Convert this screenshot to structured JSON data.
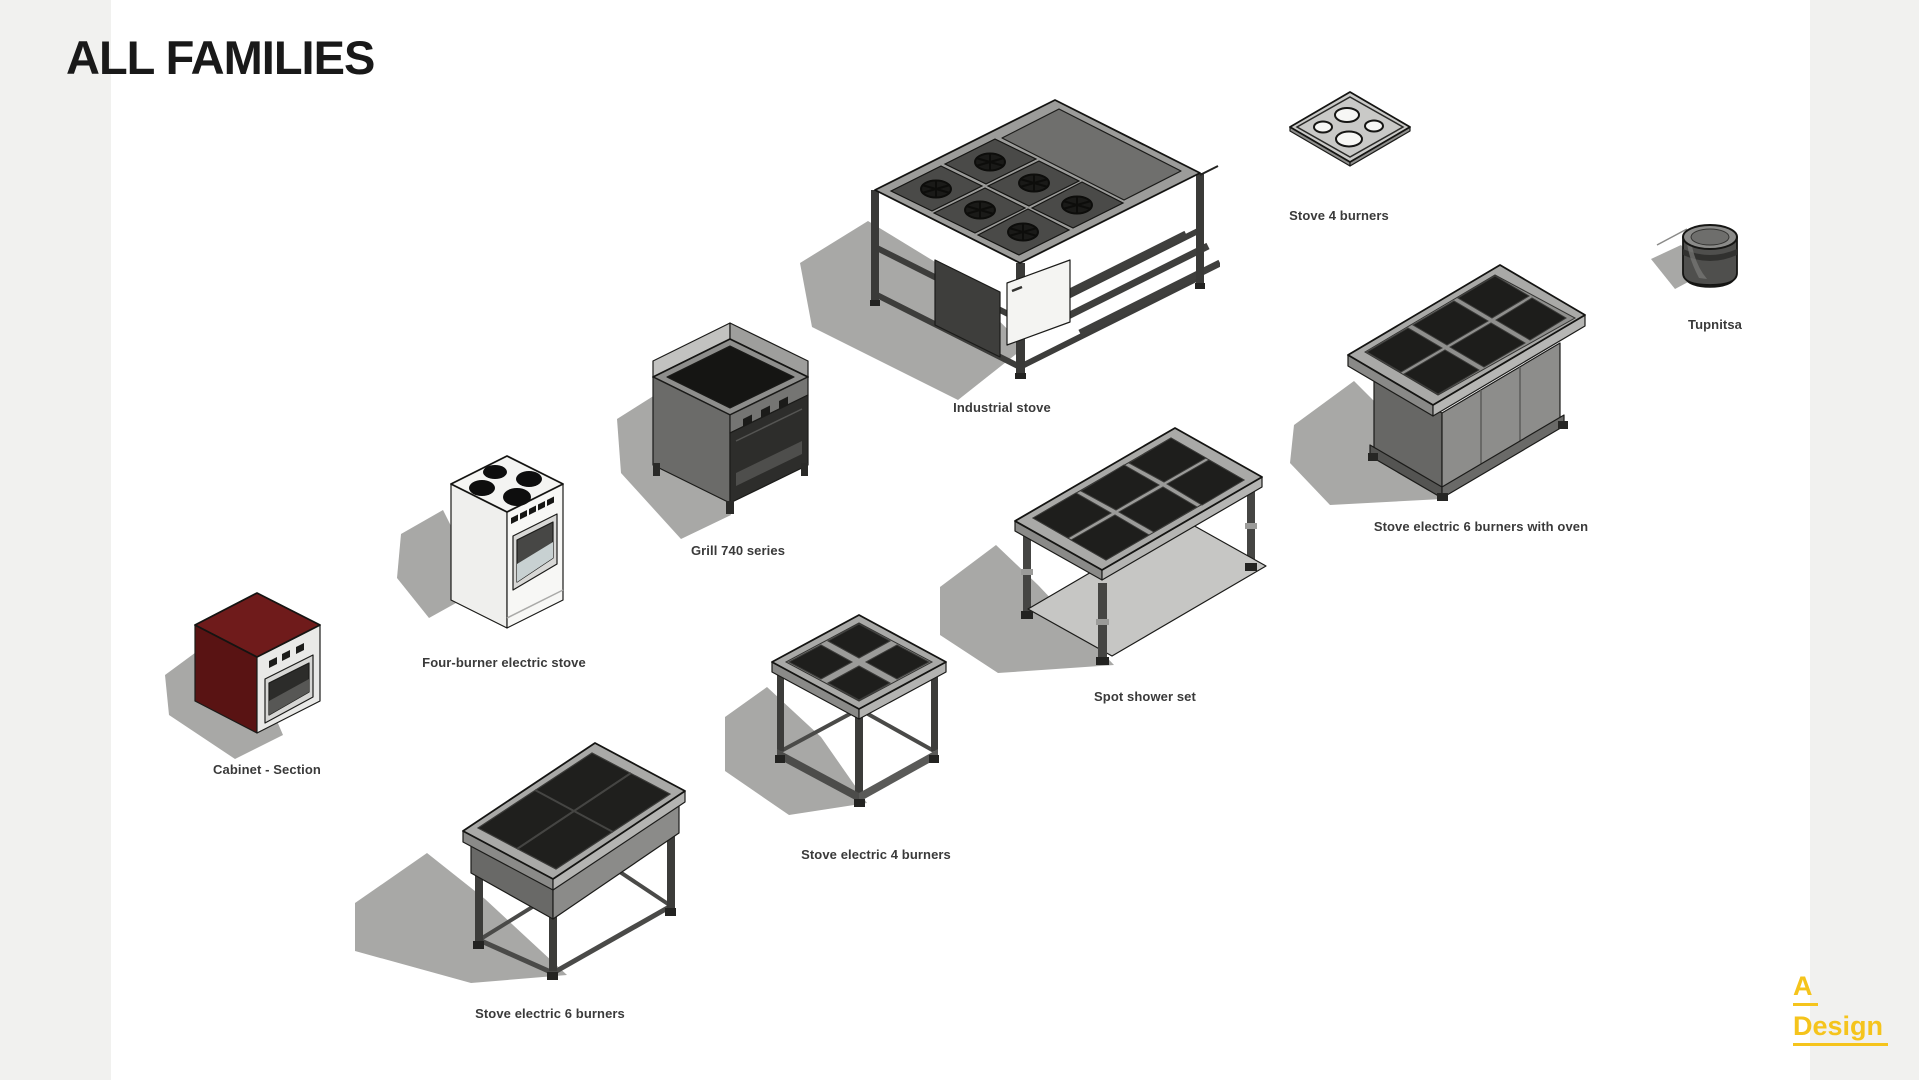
{
  "page": {
    "title": "ALL FAMILIES",
    "background": "#FFFFFF",
    "margin_color": "#F1F1EF"
  },
  "brand": {
    "line1": "A",
    "line2": "Design",
    "accent": "#F5C41C"
  },
  "palette": {
    "shadow": "#a8a8a6",
    "cabinet_red": "#6f1b1b",
    "burner_black": "#1d1d1b",
    "label_text": "#3a3a3a"
  },
  "families": [
    {
      "id": "cabinet-section",
      "label": "Cabinet - Section"
    },
    {
      "id": "four-burner-electric-stove",
      "label": "Four-burner electric stove"
    },
    {
      "id": "grill-740-series",
      "label": "Grill 740 series"
    },
    {
      "id": "industrial-stove",
      "label": "Industrial stove"
    },
    {
      "id": "stove-4-burners",
      "label": "Stove 4 burners"
    },
    {
      "id": "tupnitsa",
      "label": "Tupnitsa"
    },
    {
      "id": "stove-electric-6-burners-with-oven",
      "label": "Stove electric 6 burners with oven"
    },
    {
      "id": "spot-shower-set",
      "label": "Spot shower set"
    },
    {
      "id": "stove-electric-4-burners",
      "label": "Stove electric 4 burners"
    },
    {
      "id": "stove-electric-6-burners",
      "label": "Stove electric 6 burners"
    }
  ]
}
